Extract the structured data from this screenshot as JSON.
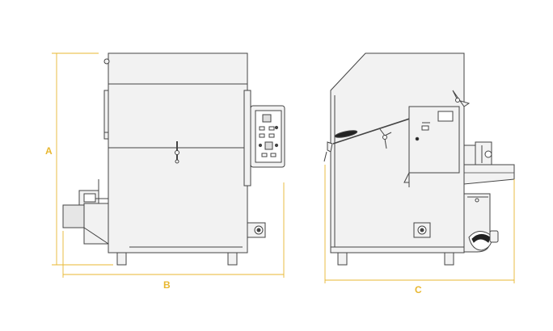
{
  "colors": {
    "line": "#444444",
    "fill": "#f2f2f2",
    "dark": "#222222",
    "accent": "#e8b730"
  },
  "dimensions": {
    "height_label": "A",
    "width_label": "B",
    "depth_label": "C"
  }
}
